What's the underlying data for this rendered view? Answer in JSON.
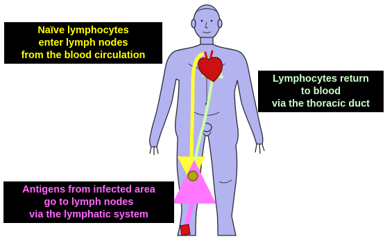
{
  "callouts": {
    "naive_entry": {
      "lines": [
        "Naïve lymphocytes",
        "enter lymph nodes",
        "from the blood circulation"
      ],
      "color": "#ffff00"
    },
    "return_to_blood": {
      "lines": [
        "Lymphocytes return",
        "to blood",
        "via the thoracic duct"
      ],
      "color": "#ccffcc"
    },
    "antigen_transport": {
      "lines": [
        "Antigens from infected area",
        "go to lymph nodes",
        "via the lymphatic system"
      ],
      "color": "#ff66ff"
    }
  },
  "colors": {
    "body_fill": "#b3b3ef",
    "body_outline": "#2a2a3a",
    "heart": "#cc1111",
    "lymph_node": "#b8a400",
    "infection_site": "#dd1111",
    "blood_path": "#ffff33",
    "lymph_path": "#ff77ff",
    "thoracic_duct_path": "#ccffaa"
  }
}
